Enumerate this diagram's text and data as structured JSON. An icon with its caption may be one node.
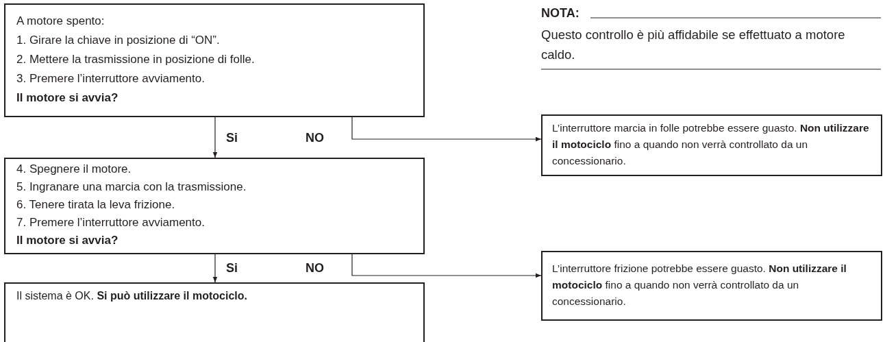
{
  "diagram": {
    "nodes": [
      {
        "text": [
          "A motore spento:",
          "1. Girare la chiave in posizione di “ON”.",
          "2. Mettere la trasmissione in posizione di folle.",
          "3. Premere l’interruttore avviamento.",
          "Il motore si avvia?"
        ]
      },
      {
        "text": [
          "4. Spegnere il motore.",
          "5. Ingranare una marcia con la trasmissione.",
          "6. Tenere tirata la leva frizione.",
          "7. Premere l’interruttore avviamento.",
          "Il motore si avvia?"
        ]
      },
      {
        "text": [
          "Il sistema è OK. **Si può utilizzare il motociclo.**"
        ]
      },
      {
        "text": [
          "L’interruttore marcia in folle potrebbe essere guasto. **Non utilizzare il motociclo** fino a quando non verrà controllato da un concessionario."
        ]
      },
      {
        "text": [
          "L’interruttore frizione potrebbe essere guasto. **Non utilizzare il motociclo** fino a quando non verrà controllato da un concessionario."
        ]
      }
    ],
    "edges": [
      {
        "from": 0,
        "to": 1,
        "arrow": "to",
        "label": "Si"
      },
      {
        "from": 0,
        "to": 3,
        "arrow": "to",
        "label": "NO"
      },
      {
        "from": 1,
        "to": 2,
        "arrow": "to",
        "label": "Si"
      },
      {
        "from": 1,
        "to": 4,
        "arrow": "to",
        "label": "NO"
      }
    ],
    "labels": [
      "NOTA:",
      "Questo controllo è più affidabile se effettuato a motore caldo."
    ]
  }
}
